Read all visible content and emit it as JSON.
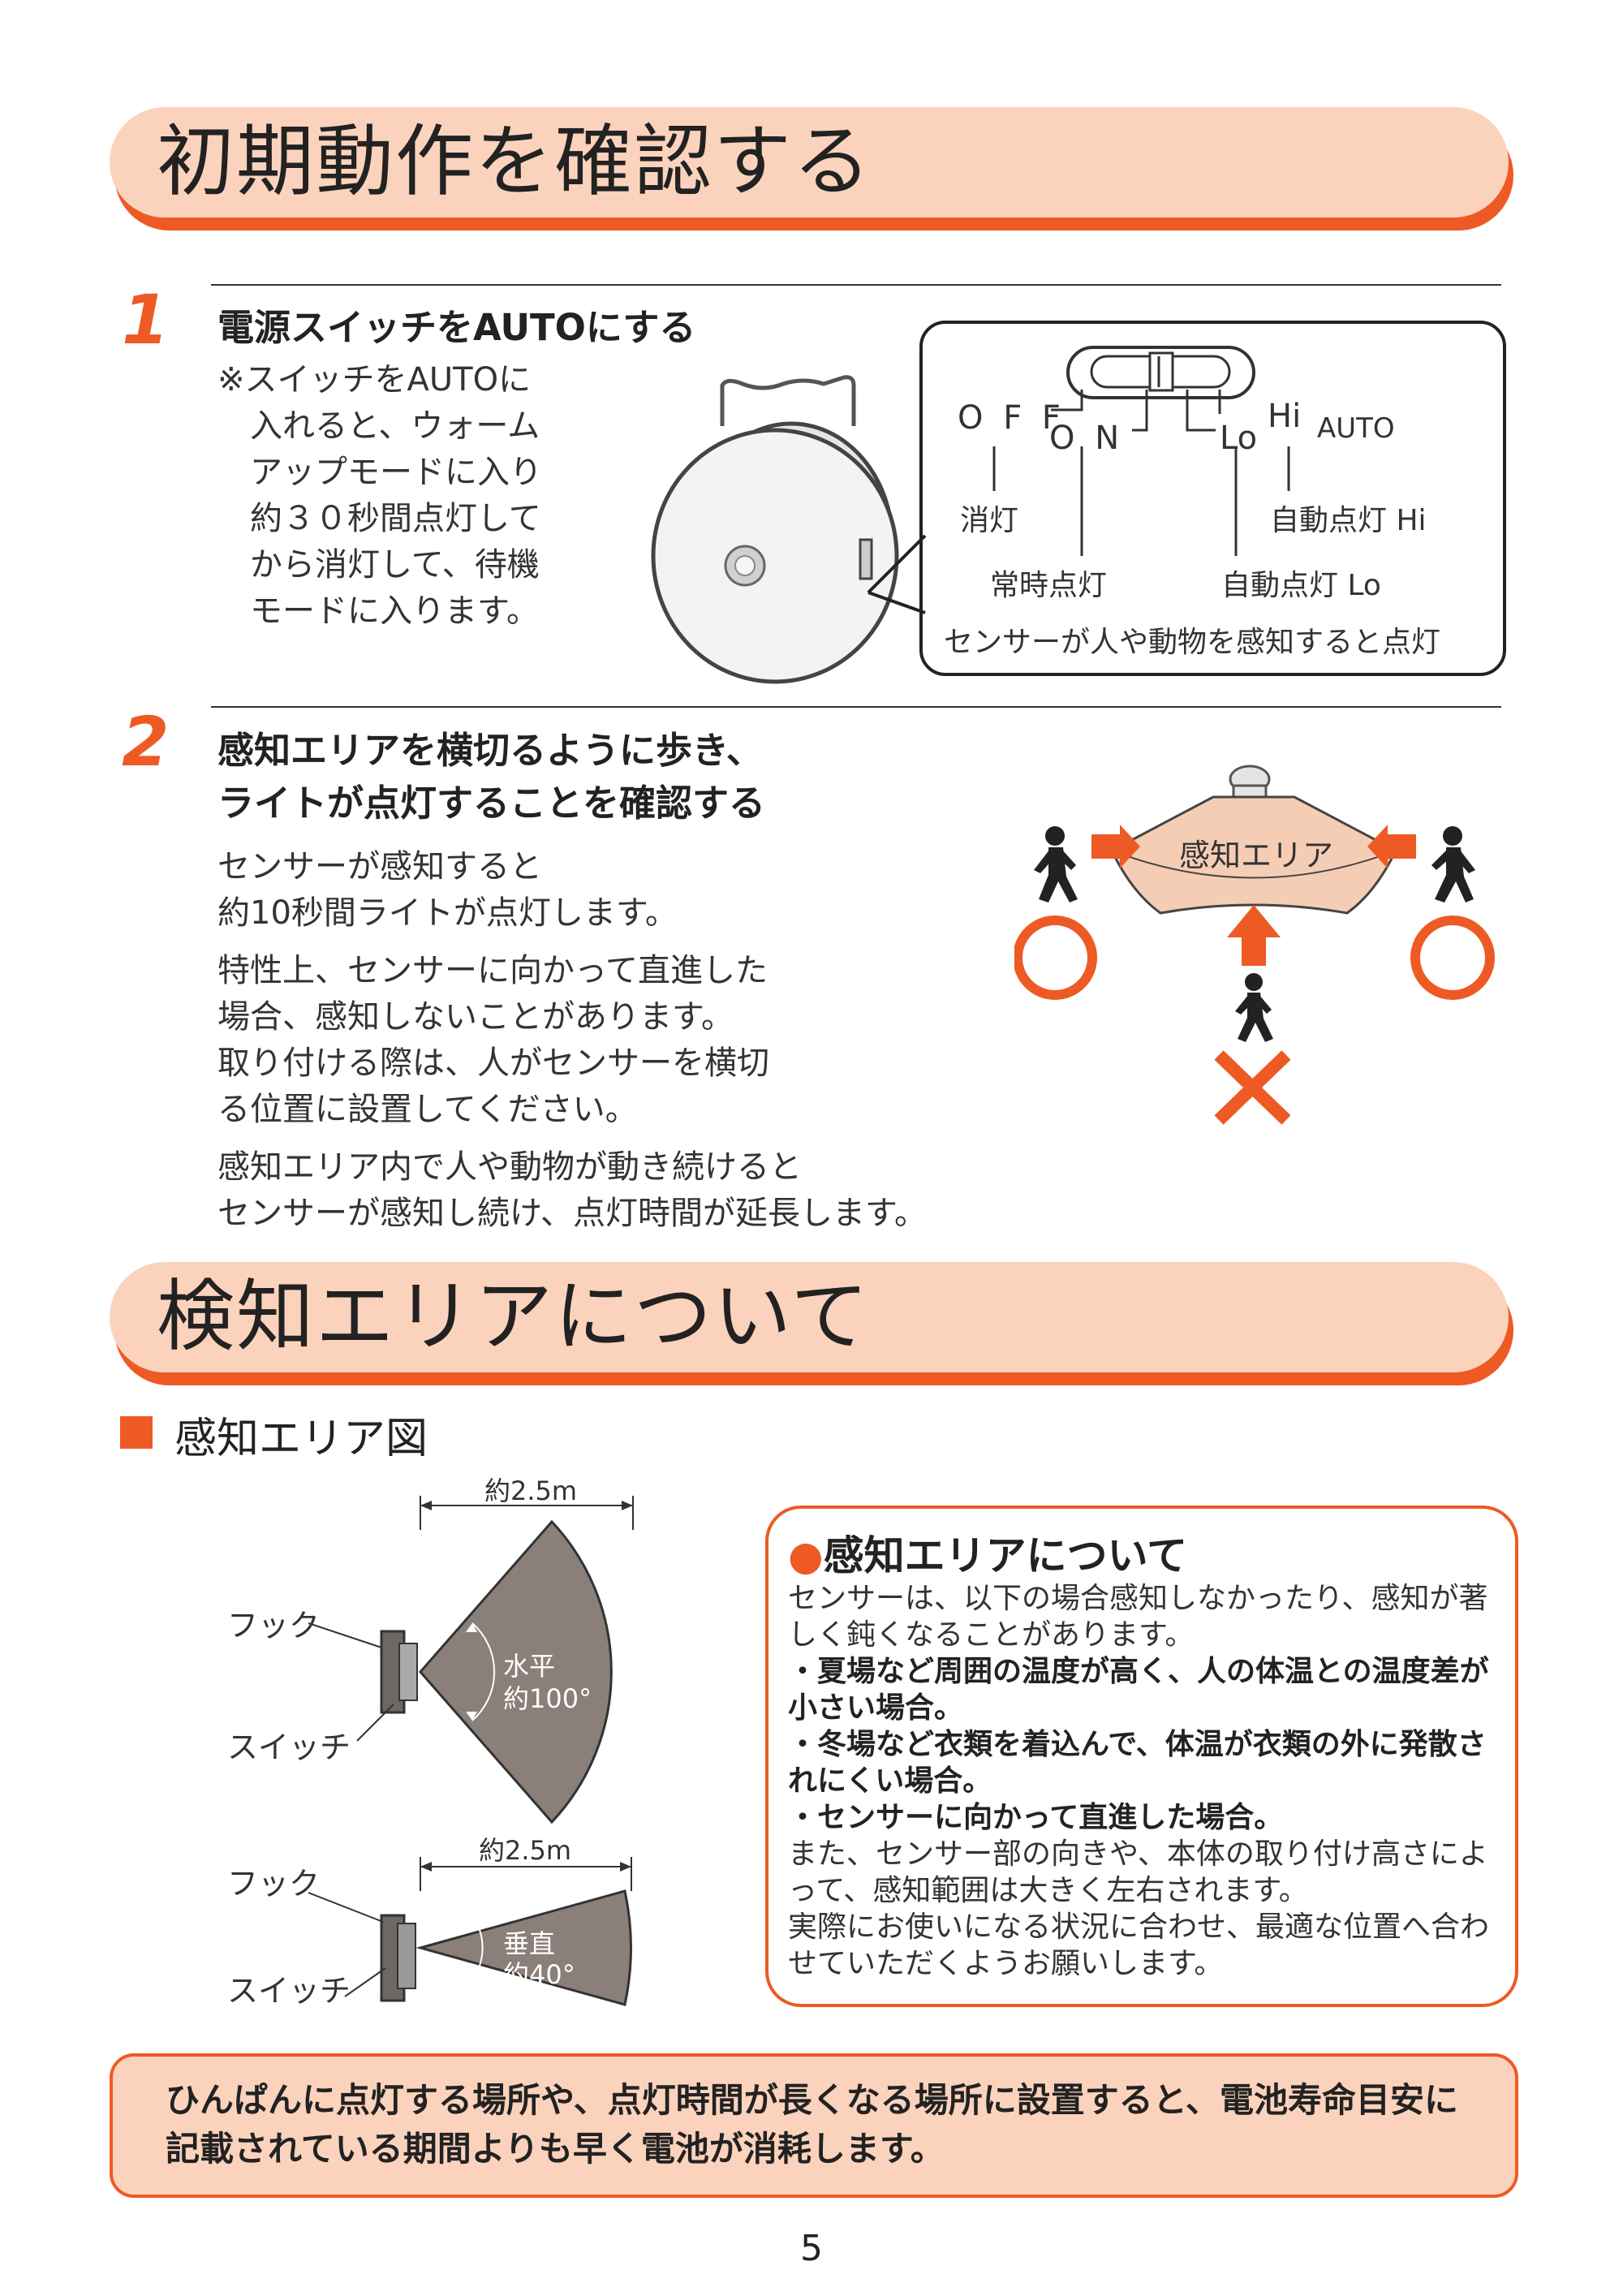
{
  "section1": {
    "title": "初期動作を確認する"
  },
  "step1": {
    "number": "1",
    "heading": "電源スイッチをAUTOにする",
    "note": "※スイッチをAUTOに\n　入れると、ウォーム\n　アップモードに入り\n　約３０秒間点灯して\n　から消灯して、待機\n　モードに入ります。",
    "switch": {
      "off": "O F F",
      "on": "O N",
      "lo": "Lo",
      "hi": "Hi",
      "auto": "AUTO",
      "off_desc": "消灯",
      "on_desc": "常時点灯",
      "lo_desc": "自動点灯 Lo",
      "hi_desc": "自動点灯 Hi",
      "footer": "センサーが人や動物を感知すると点灯"
    }
  },
  "step2": {
    "number": "2",
    "heading_line1": "感知エリアを横切るように歩き、",
    "heading_line2": "ライトが点灯することを確認する",
    "para1": "センサーが感知すると\n約10秒間ライトが点灯します。",
    "para2": "特性上、センサーに向かって直進した\n場合、感知しないことがあります。\n取り付ける際は、人がセンサーを横切\nる位置に設置してください。",
    "para3": "感知エリア内で人や動物が動き続けると\nセンサーが感知し続け、点灯時間が延長します。",
    "area_label": "感知エリア",
    "ok_mark": "○",
    "ng_mark": "×"
  },
  "section2": {
    "title": "検知エリアについて"
  },
  "area_diagram": {
    "title": "感知エリア図",
    "top": {
      "distance": "約2.5m",
      "angle_line1": "水平",
      "angle_line2": "約100°",
      "hook": "フック",
      "switch": "スイッチ"
    },
    "bottom": {
      "distance": "約2.5m",
      "angle_line1": "垂直",
      "angle_line2": "約40°",
      "hook": "フック",
      "switch": "スイッチ"
    }
  },
  "note": {
    "title": "感知エリアについて",
    "intro": "センサーは、以下の場合感知しなかったり、感知が著しく鈍くなることがあります。",
    "items": [
      "・夏場など周囲の温度が高く、人の体温との温度差が小さい場合。",
      "・冬場など衣類を着込んで、体温が衣類の外に発散されにくい場合。",
      "・センサーに向かって直進した場合。"
    ],
    "outro": "また、センサー部の向きや、本体の取り付け高さによって、感知範囲は大きく左右されます。\n実際にお使いになる状況に合わせ、最適な位置へ合わせていただくようお願いします。"
  },
  "warning": "ひんぱんに点灯する場所や、点灯時間が長くなる場所に設置すると、電池寿命目安に記載されている期間よりも早く電池が消耗します。",
  "page_number": "5",
  "colors": {
    "accent": "#ee5a24",
    "pill": "#fbd3bd",
    "area_fill": "#8a7f79",
    "peach": "#f5cdb5"
  }
}
